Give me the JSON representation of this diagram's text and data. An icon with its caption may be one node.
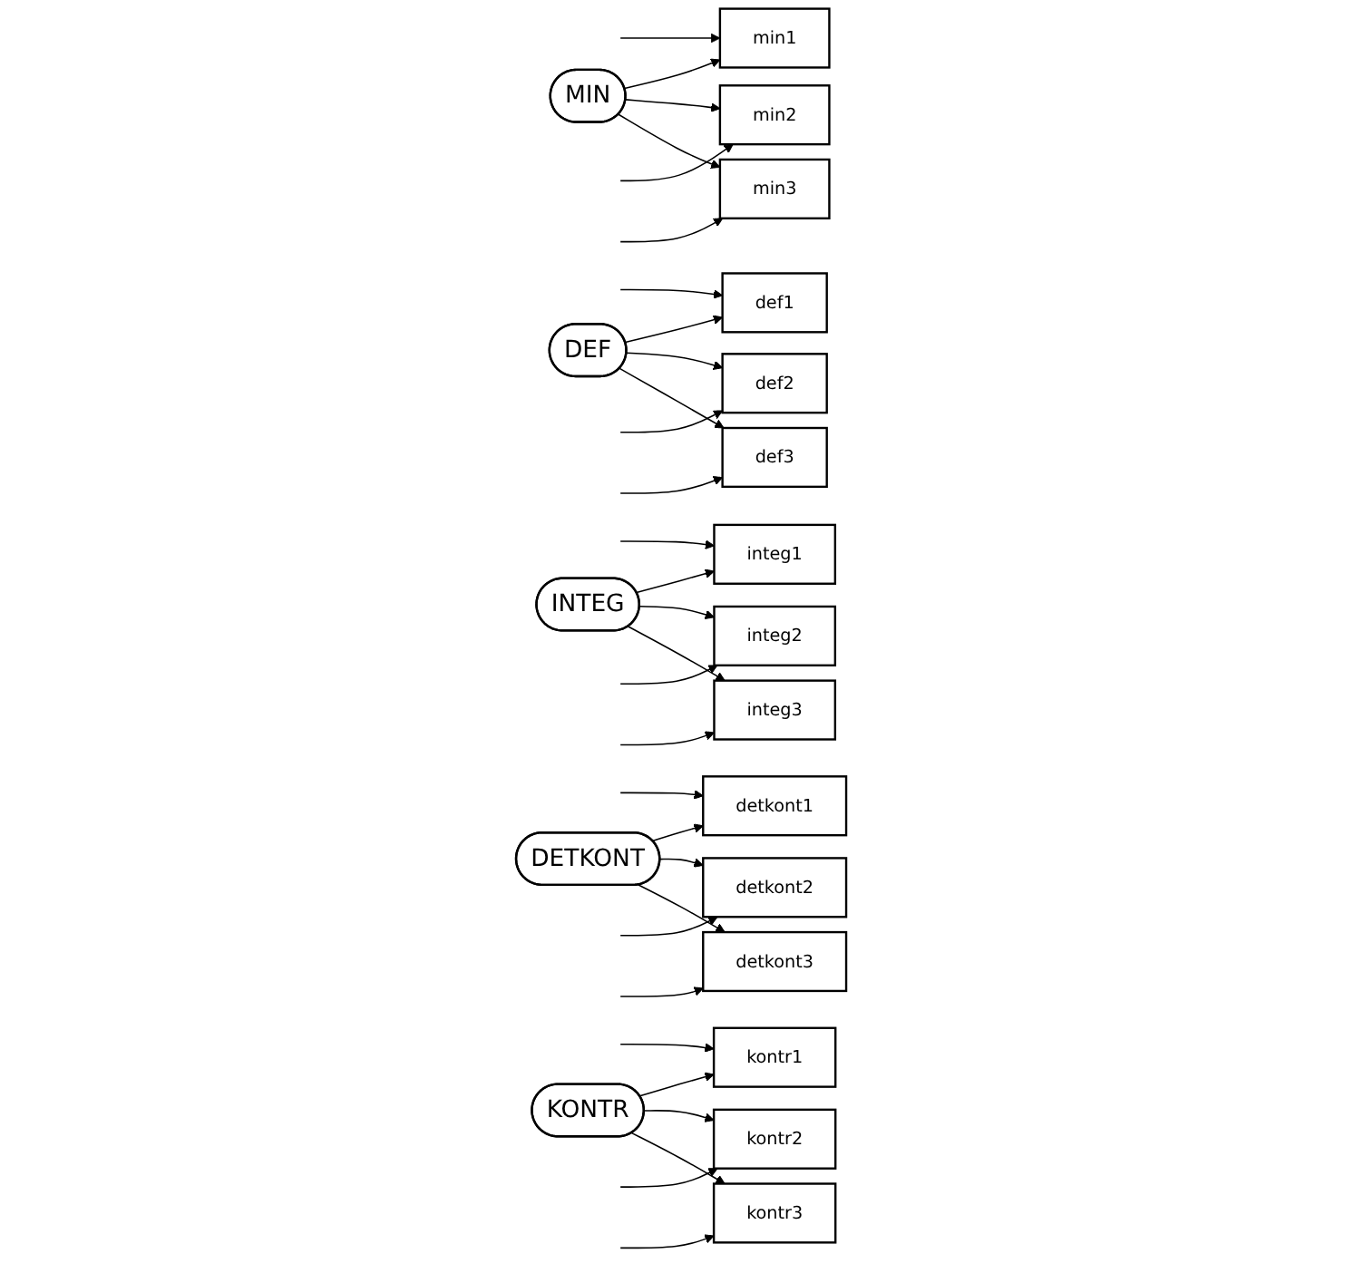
{
  "diagram": {
    "nodes": [
      {
        "text": [
          "MIN"
        ]
      },
      {
        "text": [
          "min1"
        ]
      },
      {
        "text": [
          "min2"
        ]
      },
      {
        "text": [
          "min3"
        ]
      },
      {
        "text": [
          "DEF"
        ]
      },
      {
        "text": [
          "def1"
        ]
      },
      {
        "text": [
          "def2"
        ]
      },
      {
        "text": [
          "def3"
        ]
      },
      {
        "text": [
          "INTEG"
        ]
      },
      {
        "text": [
          "integ1"
        ]
      },
      {
        "text": [
          "integ2"
        ]
      },
      {
        "text": [
          "integ3"
        ]
      },
      {
        "text": [
          "DETKONT"
        ]
      },
      {
        "text": [
          "detkont1"
        ]
      },
      {
        "text": [
          "detkont2"
        ]
      },
      {
        "text": [
          "detkont3"
        ]
      },
      {
        "text": [
          "KONTR"
        ]
      },
      {
        "text": [
          "kontr1"
        ]
      },
      {
        "text": [
          "kontr2"
        ]
      },
      {
        "text": [
          "kontr3"
        ]
      }
    ],
    "edges": [
      {
        "from": 0,
        "to": 1,
        "arrow": "to"
      },
      {
        "from": 0,
        "to": 2,
        "arrow": "to"
      },
      {
        "from": 0,
        "to": 3,
        "arrow": "to"
      },
      {
        "from": null,
        "to": 1,
        "arrow": "to"
      },
      {
        "from": null,
        "to": 2,
        "arrow": "to"
      },
      {
        "from": null,
        "to": 3,
        "arrow": "to"
      },
      {
        "from": 4,
        "to": 5,
        "arrow": "to"
      },
      {
        "from": 4,
        "to": 6,
        "arrow": "to"
      },
      {
        "from": 4,
        "to": 7,
        "arrow": "to"
      },
      {
        "from": null,
        "to": 5,
        "arrow": "to"
      },
      {
        "from": null,
        "to": 6,
        "arrow": "to"
      },
      {
        "from": null,
        "to": 7,
        "arrow": "to"
      },
      {
        "from": 8,
        "to": 9,
        "arrow": "to"
      },
      {
        "from": 8,
        "to": 10,
        "arrow": "to"
      },
      {
        "from": 8,
        "to": 11,
        "arrow": "to"
      },
      {
        "from": null,
        "to": 9,
        "arrow": "to"
      },
      {
        "from": null,
        "to": 10,
        "arrow": "to"
      },
      {
        "from": null,
        "to": 11,
        "arrow": "to"
      },
      {
        "from": 12,
        "to": 13,
        "arrow": "to"
      },
      {
        "from": 12,
        "to": 14,
        "arrow": "to"
      },
      {
        "from": 12,
        "to": 15,
        "arrow": "to"
      },
      {
        "from": null,
        "to": 13,
        "arrow": "to"
      },
      {
        "from": null,
        "to": 14,
        "arrow": "to"
      },
      {
        "from": null,
        "to": 15,
        "arrow": "to"
      },
      {
        "from": 16,
        "to": 17,
        "arrow": "to"
      },
      {
        "from": 16,
        "to": 18,
        "arrow": "to"
      },
      {
        "from": 16,
        "to": 19,
        "arrow": "to"
      },
      {
        "from": null,
        "to": 17,
        "arrow": "to"
      },
      {
        "from": null,
        "to": 18,
        "arrow": "to"
      },
      {
        "from": null,
        "to": 19,
        "arrow": "to"
      }
    ]
  }
}
